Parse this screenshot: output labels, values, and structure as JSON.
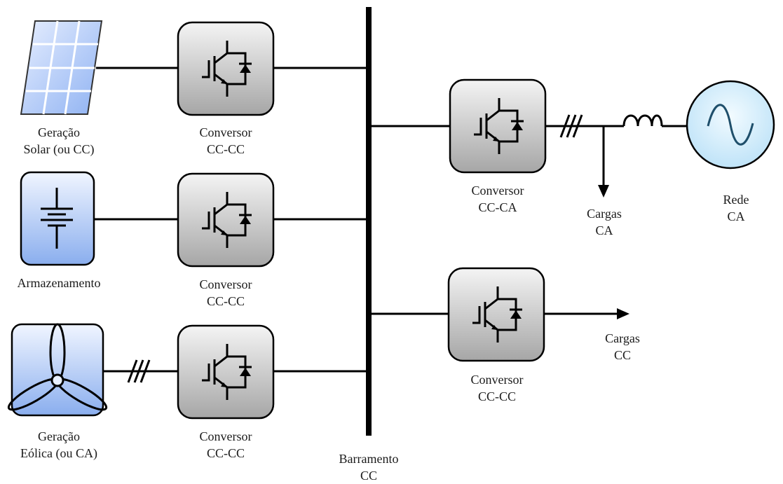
{
  "sources": {
    "solar": {
      "line1": "Geração",
      "line2": "Solar (ou CC)"
    },
    "storage": {
      "line1": "Armazenamento"
    },
    "wind": {
      "line1": "Geração",
      "line2": "Eólica (ou CA)"
    }
  },
  "converters": {
    "dc_dc_solar": {
      "line1": "Conversor",
      "line2": "CC-CC"
    },
    "dc_dc_storage": {
      "line1": "Conversor",
      "line2": "CC-CC"
    },
    "dc_dc_wind": {
      "line1": "Conversor",
      "line2": "CC-CC"
    },
    "dc_ac_grid": {
      "line1": "Conversor",
      "line2": "CC-CA"
    },
    "dc_dc_load": {
      "line1": "Conversor",
      "line2": "CC-CC"
    }
  },
  "bus": {
    "line1": "Barramento",
    "line2": "CC"
  },
  "loads": {
    "ac": {
      "line1": "Cargas",
      "line2": "CA"
    },
    "dc": {
      "line1": "Cargas",
      "line2": "CC"
    }
  },
  "grid": {
    "line1": "Rede",
    "line2": "CA"
  },
  "colors": {
    "converter_fill_top": "#f2f2f2",
    "converter_fill_bottom": "#a9a9a9",
    "source_fill_top": "#eef3ff",
    "source_fill_bottom": "#8fb0f0",
    "grid_fill": "#d7eefc",
    "line": "#000000"
  }
}
